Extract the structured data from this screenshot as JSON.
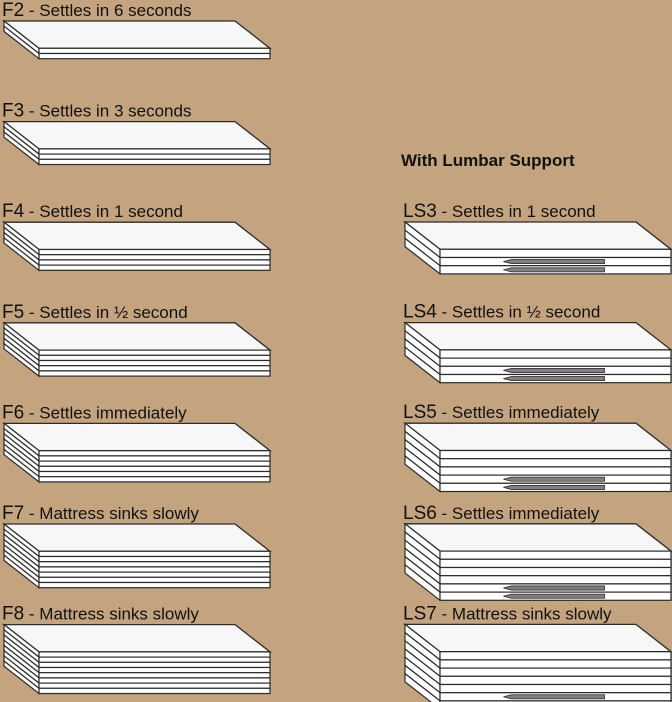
{
  "colors": {
    "background": "#c4a47f",
    "pad_top": "#f7f7f7",
    "pad_side": "#ffffff",
    "outline": "#2b2b2b",
    "lumbar_insert": "#808080"
  },
  "heading": "With Lumbar Support",
  "standard": [
    {
      "code": "F2",
      "description": "Settles in 6 seconds",
      "layers": 2
    },
    {
      "code": "F3",
      "description": "Settles in 3 seconds",
      "layers": 3
    },
    {
      "code": "F4",
      "description": "Settles in 1 second",
      "layers": 4
    },
    {
      "code": "F5",
      "description": "Settles in ½ second",
      "layers": 5
    },
    {
      "code": "F6",
      "description": "Settles immediately",
      "layers": 6
    },
    {
      "code": "F7",
      "description": "Mattress sinks slowly",
      "layers": 7
    },
    {
      "code": "F8",
      "description": "Mattress sinks slowly",
      "layers": 8
    }
  ],
  "lumbar": [
    {
      "code": "LS3",
      "description": "Settles in 1 second",
      "layers": 3,
      "inserts": 2
    },
    {
      "code": "LS4",
      "description": "Settles in ½ second",
      "layers": 4,
      "inserts": 2
    },
    {
      "code": "LS5",
      "description": "Settles immediately",
      "layers": 5,
      "inserts": 2
    },
    {
      "code": "LS6",
      "description": "Settles immediately",
      "layers": 6,
      "inserts": 2
    },
    {
      "code": "LS7",
      "description": "Mattress sinks slowly",
      "layers": 7,
      "inserts": 2
    }
  ]
}
